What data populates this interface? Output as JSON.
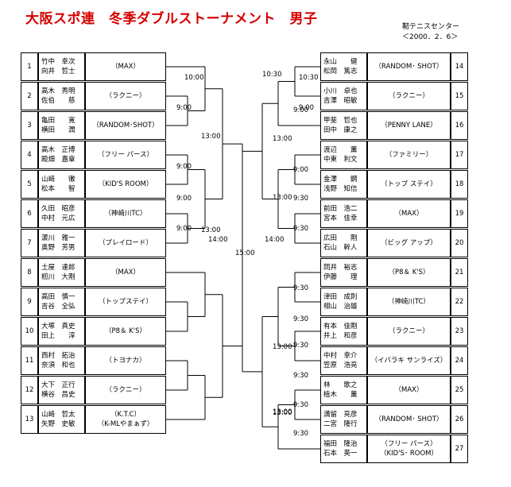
{
  "header": {
    "title": "大阪スポ連　冬季ダブルストーナメント　男子",
    "venue": "靭テニスセンター",
    "date": "＜2000．2．6＞"
  },
  "left_teams": [
    {
      "num": "1",
      "p1": "竹中　幸次",
      "p2": "向井　哲士",
      "aff": [
        "（MAX）"
      ]
    },
    {
      "num": "2",
      "p1": "高木　秀明",
      "p2": "佐伯　　慈",
      "aff": [
        "（ラクニー）"
      ]
    },
    {
      "num": "3",
      "p1": "亀田　　寛",
      "p2": "横田　　潤",
      "aff": [
        "（RANDOM･SHOT）"
      ]
    },
    {
      "num": "4",
      "p1": "高木　正博",
      "p2": "殿畑　嘉章",
      "aff": [
        "（フリー パース）"
      ]
    },
    {
      "num": "5",
      "p1": "山崎　　徹",
      "p2": "松本　　智",
      "aff": [
        "（KID'S ROOM）"
      ]
    },
    {
      "num": "6",
      "p1": "久田　昭彦",
      "p2": "中村　元広",
      "aff": [
        "（神崎川TC）"
      ]
    },
    {
      "num": "7",
      "p1": "濵川　雅一",
      "p2": "奥野　芳男",
      "aff": [
        "（プレイロード）"
      ]
    },
    {
      "num": "8",
      "p1": "土屋　達郎",
      "p2": "籾川　大剛",
      "aff": [
        "（MAX）"
      ]
    },
    {
      "num": "9",
      "p1": "高田　慎一",
      "p2": "吉谷　全弘",
      "aff": [
        "（トップステイ）"
      ]
    },
    {
      "num": "10",
      "p1": "大塚　真史",
      "p2": "田上　　淳",
      "aff": [
        "（P8＆ K'S）"
      ]
    },
    {
      "num": "11",
      "p1": "西村　拓治",
      "p2": "奈須　和也",
      "aff": [
        "（トヨナカ）"
      ]
    },
    {
      "num": "12",
      "p1": "大下　正行",
      "p2": "横谷　昌史",
      "aff": [
        "（ラクニー）"
      ]
    },
    {
      "num": "13",
      "p1": "山崎　哲太",
      "p2": "矢野　史敏",
      "aff": [
        "（K.T.C）",
        "（K-MLやまぁず）"
      ]
    }
  ],
  "right_teams": [
    {
      "num": "14",
      "p1": "永山　　健",
      "p2": "松岡　篤志",
      "aff": [
        "（RANDOM･ SHOT）"
      ]
    },
    {
      "num": "15",
      "p1": "小川　卓也",
      "p2": "吉澤　昭敏",
      "aff": [
        "（ラクニー）"
      ]
    },
    {
      "num": "16",
      "p1": "甲斐　哲也",
      "p2": "田中　康之",
      "aff": [
        "（PENNY LANE）"
      ]
    },
    {
      "num": "17",
      "p1": "渡辺　　薫",
      "p2": "中東　利文",
      "aff": [
        "（ファミリー）"
      ]
    },
    {
      "num": "18",
      "p1": "金澤　　鋼",
      "p2": "浅野　知信",
      "aff": [
        "（トップ ステイ）"
      ]
    },
    {
      "num": "19",
      "p1": "前田　浩二",
      "p2": "宮本　佳幸",
      "aff": [
        "（MAX）"
      ]
    },
    {
      "num": "20",
      "p1": "広田　　剛",
      "p2": "石山　幹人",
      "aff": [
        "（ビッグ アップ）"
      ]
    },
    {
      "num": "21",
      "p1": "岡井　裕志",
      "p2": "伊藤　　理",
      "aff": [
        "（P8＆ K'S）"
      ]
    },
    {
      "num": "22",
      "p1": "津田　成則",
      "p2": "相山　治雄",
      "aff": [
        "（神崎川TC）"
      ]
    },
    {
      "num": "23",
      "p1": "有本　佳剛",
      "p2": "井上　和彦",
      "aff": [
        "（ラクニー）"
      ]
    },
    {
      "num": "24",
      "p1": "中村　幸介",
      "p2": "笠原　浩亮",
      "aff": [
        "（イバラキ サンライズ）"
      ]
    },
    {
      "num": "25",
      "p1": "林　　歌之",
      "p2": "植木　　薫",
      "aff": [
        "（MAX）"
      ]
    },
    {
      "num": "26",
      "p1": "満留　亮彦",
      "p2": "二宮　隆行",
      "aff": [
        "（RANDOM･ SHOT）"
      ]
    },
    {
      "num": "27",
      "p1": "福田　隆治",
      "p2": "石本　英一",
      "aff": [
        "（フリー パース）",
        "（KID'S･ ROOM）"
      ]
    }
  ],
  "time_labels": [
    "10:00",
    "9:00",
    "13:00",
    "9:00",
    "9:00",
    "13:00",
    "9:00",
    "14:00",
    "15:00",
    "14:00",
    "9:00",
    "9:00",
    "13:00",
    "9:00",
    "10:30",
    "10:30",
    "9:30",
    "13:00",
    "9:30",
    "9:30",
    "13:00",
    "9:30",
    "9:30",
    "13:00",
    "9:30",
    "9:30",
    "13:00",
    "9:30"
  ]
}
